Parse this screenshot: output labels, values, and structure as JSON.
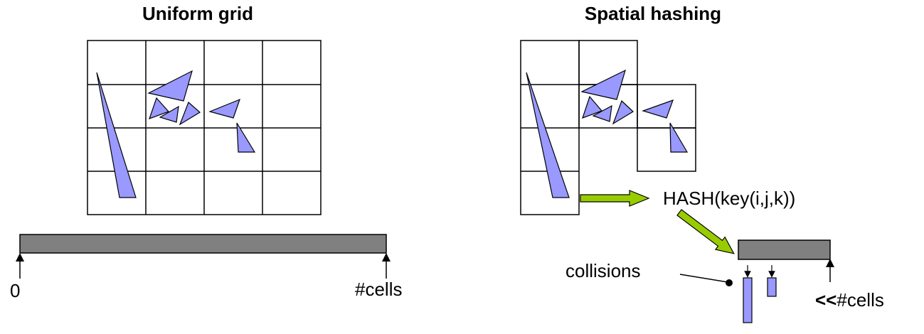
{
  "colors": {
    "triangle_fill": "#9999ff",
    "bar_fill": "#808080",
    "arrow_fill": "#99cc00",
    "line": "#000000",
    "background": "#ffffff"
  },
  "left_panel": {
    "title": "Uniform grid",
    "axis_start_label": "0",
    "axis_end_label": "#cells"
  },
  "right_panel": {
    "title": "Spatial hashing",
    "hash_label": "HASH(key(i,j,k))",
    "collisions_label": "collisions",
    "cells_prefix": "<<",
    "cells_label": "#cells"
  },
  "icons": {
    "arrow": "green-block-arrow",
    "pointer": "small-down-arrow"
  }
}
